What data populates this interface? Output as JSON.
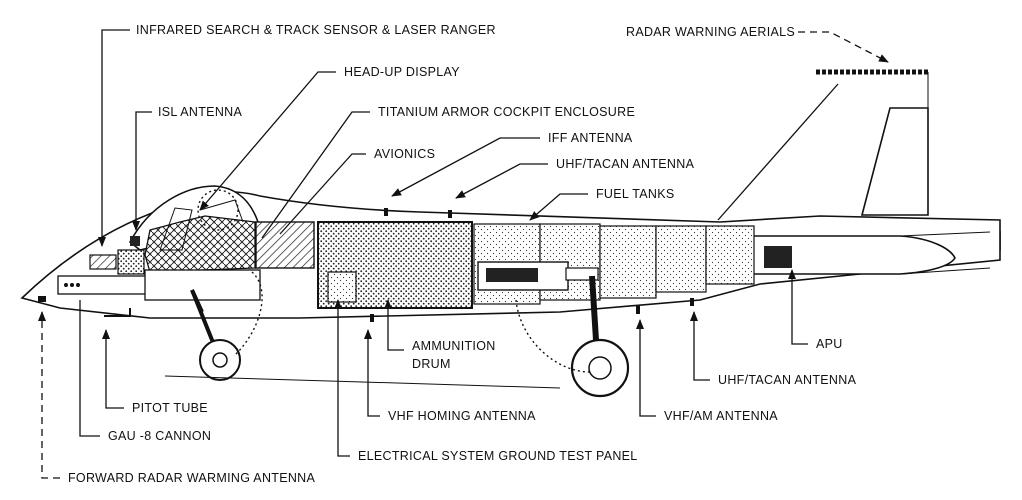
{
  "labels": {
    "irst": "INFRARED SEARCH & TRACK SENSOR & LASER RANGER",
    "hud": "HEAD-UP DISPLAY",
    "isl": "ISL ANTENNA",
    "titanium": "TITANIUM ARMOR COCKPIT ENCLOSURE",
    "avionics": "AVIONICS",
    "iff": "IFF ANTENNA",
    "uhf_tacan_top": "UHF/TACAN ANTENNA",
    "fuel": "FUEL TANKS",
    "radar_warning": "RADAR WARNING AERIALS",
    "apu": "APU",
    "ammo_line1": "AMMUNITION",
    "ammo_line2": "DRUM",
    "uhf_tacan_bottom": "UHF/TACAN ANTENNA",
    "pitot": "PITOT TUBE",
    "vhf_homing": "VHF HOMING ANTENNA",
    "vhf_am": "VHF/AM ANTENNA",
    "gau": "GAU -8 CANNON",
    "electrical": "ELECTRICAL SYSTEM GROUND TEST PANEL",
    "forward_radar": "FORWARD RADAR WARMING ANTENNA"
  }
}
